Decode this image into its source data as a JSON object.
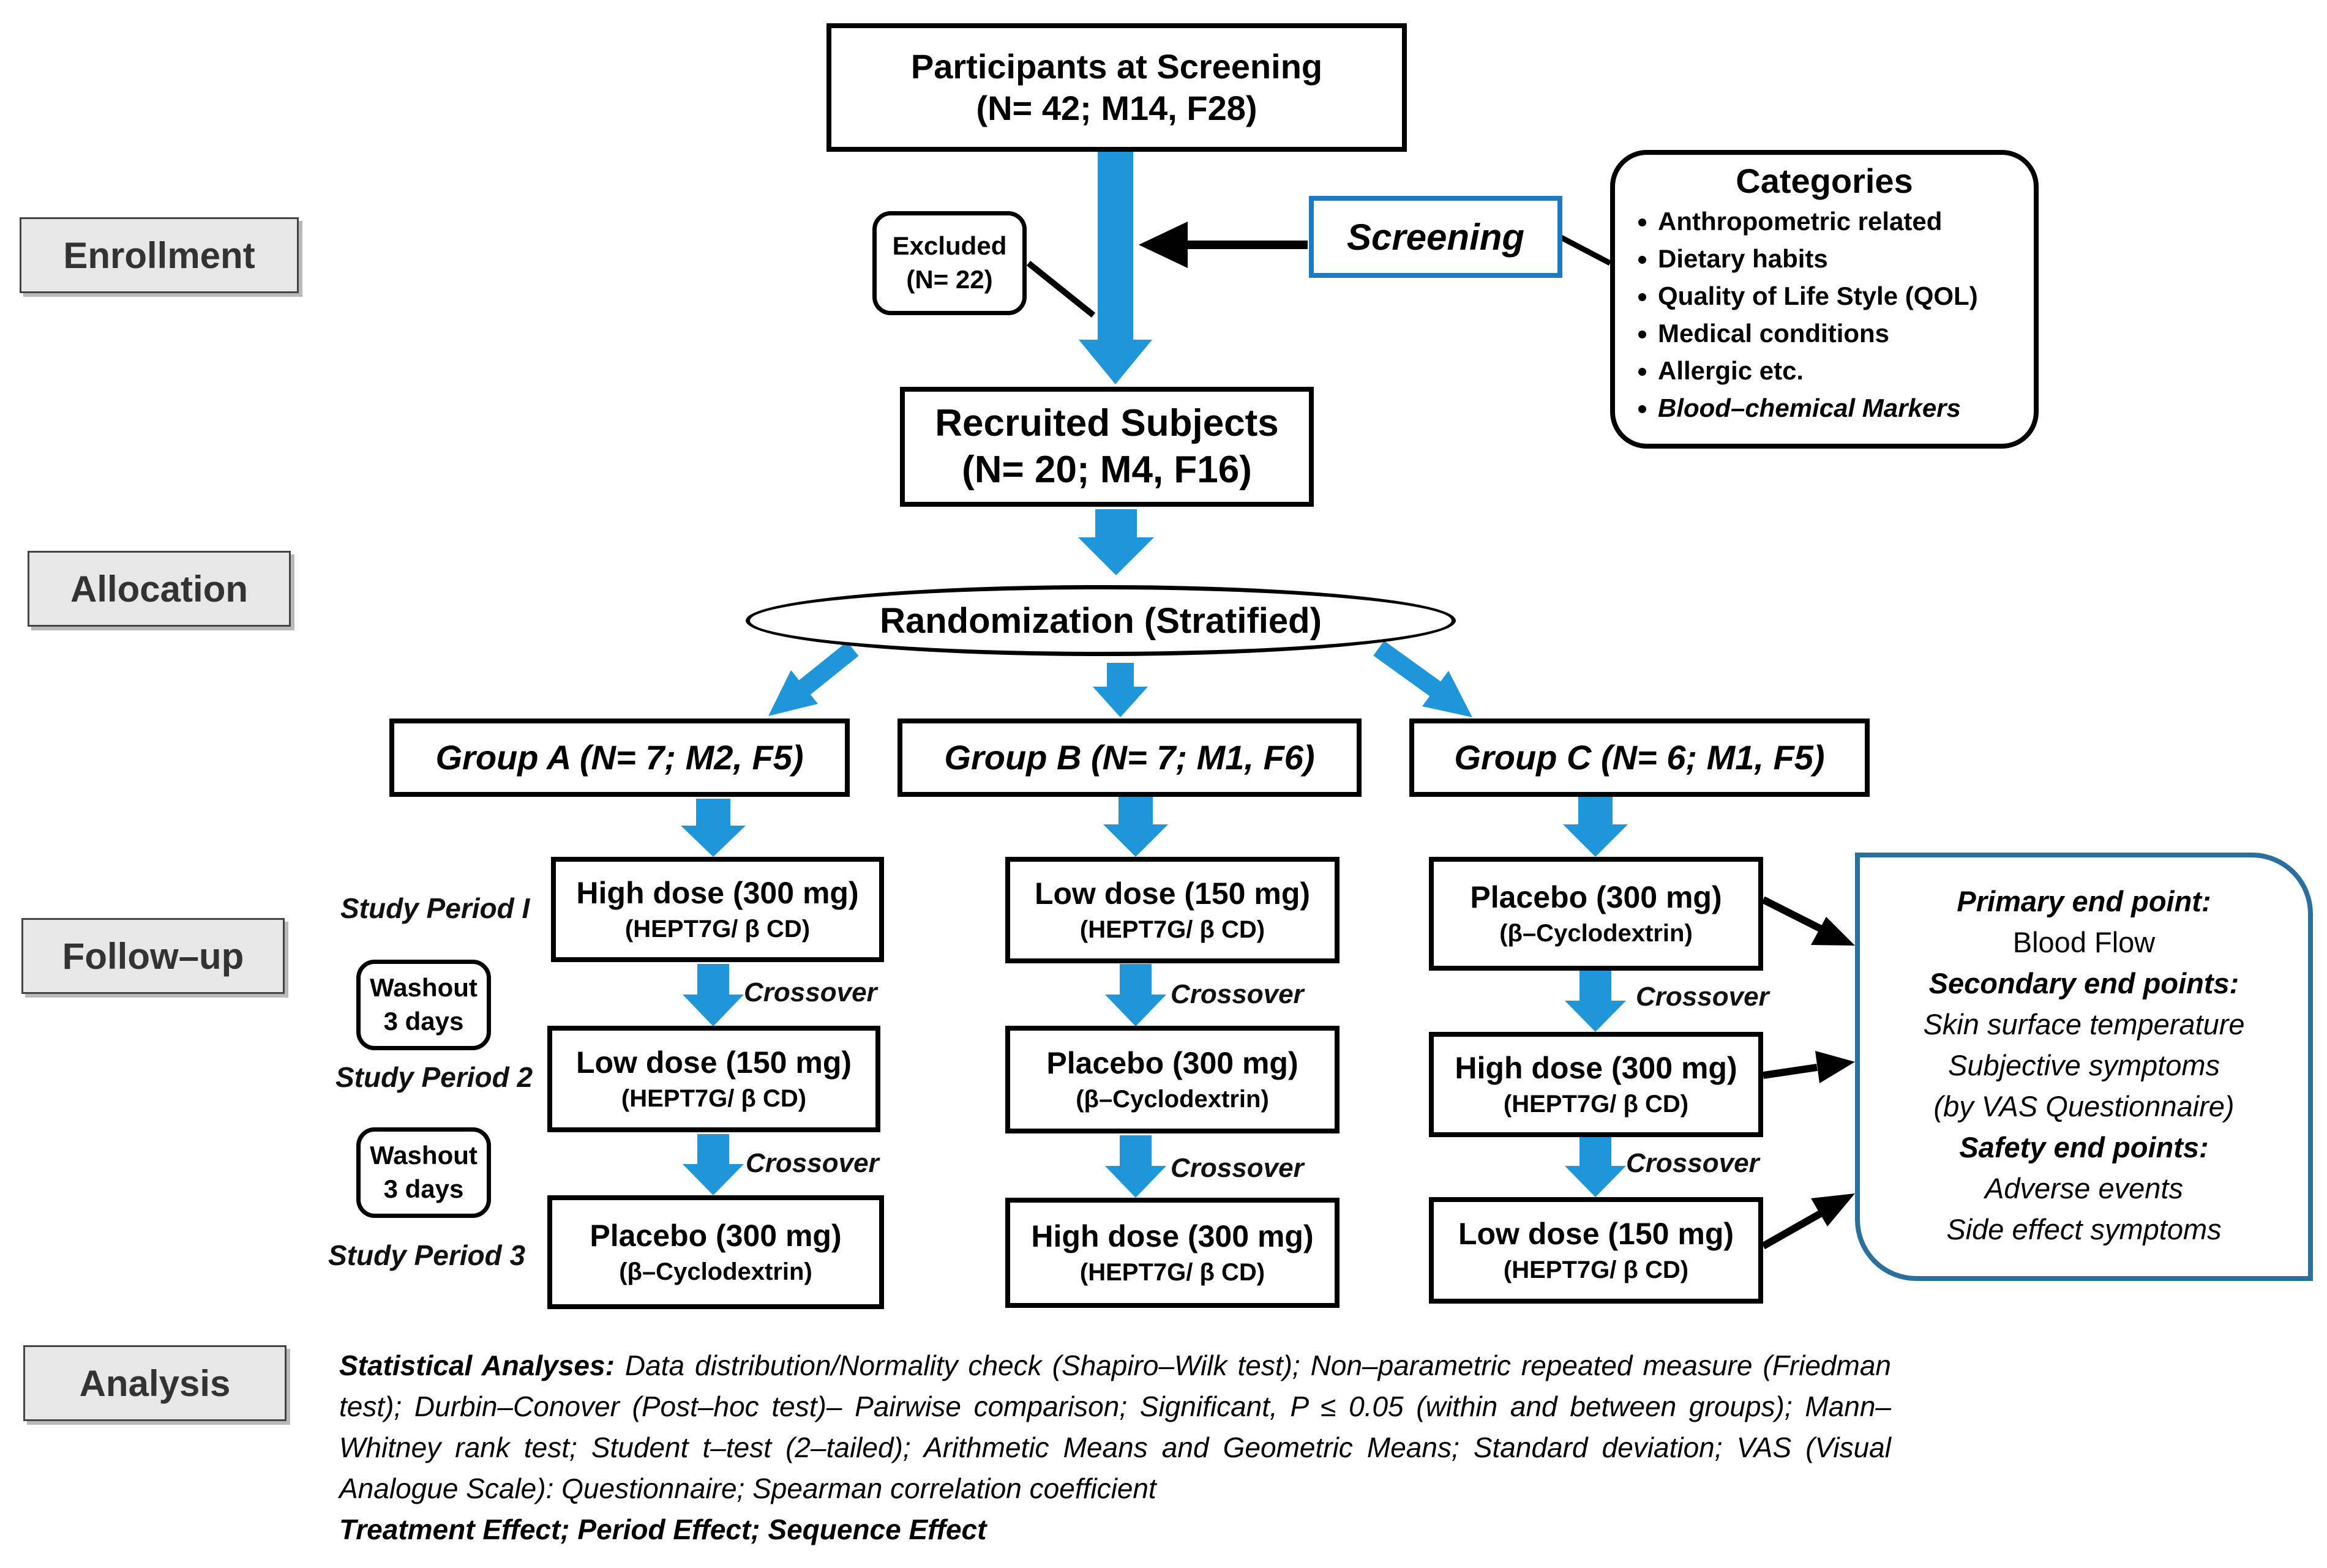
{
  "phases": {
    "enrollment": "Enrollment",
    "allocation": "Allocation",
    "followup": "Follow–up",
    "analysis": "Analysis"
  },
  "screening_participants": {
    "line1": "Participants at Screening",
    "line2": "(N= 42; M14, F28)"
  },
  "excluded": {
    "line1": "Excluded",
    "line2": "(N= 22)"
  },
  "screening_label": "Screening",
  "categories": {
    "title": "Categories",
    "items": [
      "Anthropometric related",
      "Dietary habits",
      "Quality of Life Style  (QOL)",
      "Medical conditions",
      "Allergic etc.",
      "Blood–chemical Markers"
    ]
  },
  "recruited": {
    "line1": "Recruited Subjects",
    "line2": "(N= 20; M4, F16)"
  },
  "randomization": "Randomization (Stratified)",
  "groups": [
    {
      "label": "Group A (N= 7; M2, F5)"
    },
    {
      "label": "Group B (N= 7; M1, F6)"
    },
    {
      "label": "Group C (N= 6; M1, F5)"
    }
  ],
  "periods": [
    "Study Period I",
    "Study Period 2",
    "Study Period 3"
  ],
  "washout": {
    "line1": "Washout",
    "line2": "3 days"
  },
  "crossover": "Crossover",
  "doses": {
    "high": {
      "line1": "High dose (300 mg)",
      "line2": "(HEPT7G/ β CD)"
    },
    "low": {
      "line1": "Low dose (150 mg)",
      "line2": "(HEPT7G/ β CD)"
    },
    "placebo": {
      "line1": "Placebo (300 mg)",
      "line2": "(β–Cyclodextrin)"
    }
  },
  "endpoints": {
    "primary_title": "Primary end point:",
    "primary": [
      "Blood Flow"
    ],
    "secondary_title": "Secondary end points:",
    "secondary": [
      "Skin surface temperature",
      "Subjective symptoms",
      "(by VAS Questionnaire)"
    ],
    "safety_title": "Safety end points:",
    "safety": [
      "Adverse events",
      "Side effect symptoms"
    ]
  },
  "analysis": {
    "label": "Statistical Analyses:",
    "text": "Data distribution/Normality check (Shapiro–Wilk test); Non–parametric repeated measure (Friedman test); Durbin–Conover (Post–hoc test)– Pairwise comparison; Significant, P ≤ 0.05 (within and between groups); Mann–Whitney rank test; Student t–test (2–tailed); Arithmetic Means and Geometric Means; Standard deviation; VAS (Visual Analogue Scale): Questionnaire; Spearman correlation coefficient",
    "effects": "Treatment Effect; Period Effect; Sequence Effect"
  },
  "colors": {
    "arrow": "#1f96d9",
    "screening_border": "#1f7ac4",
    "endpoint_border": "#2a6f9e"
  }
}
